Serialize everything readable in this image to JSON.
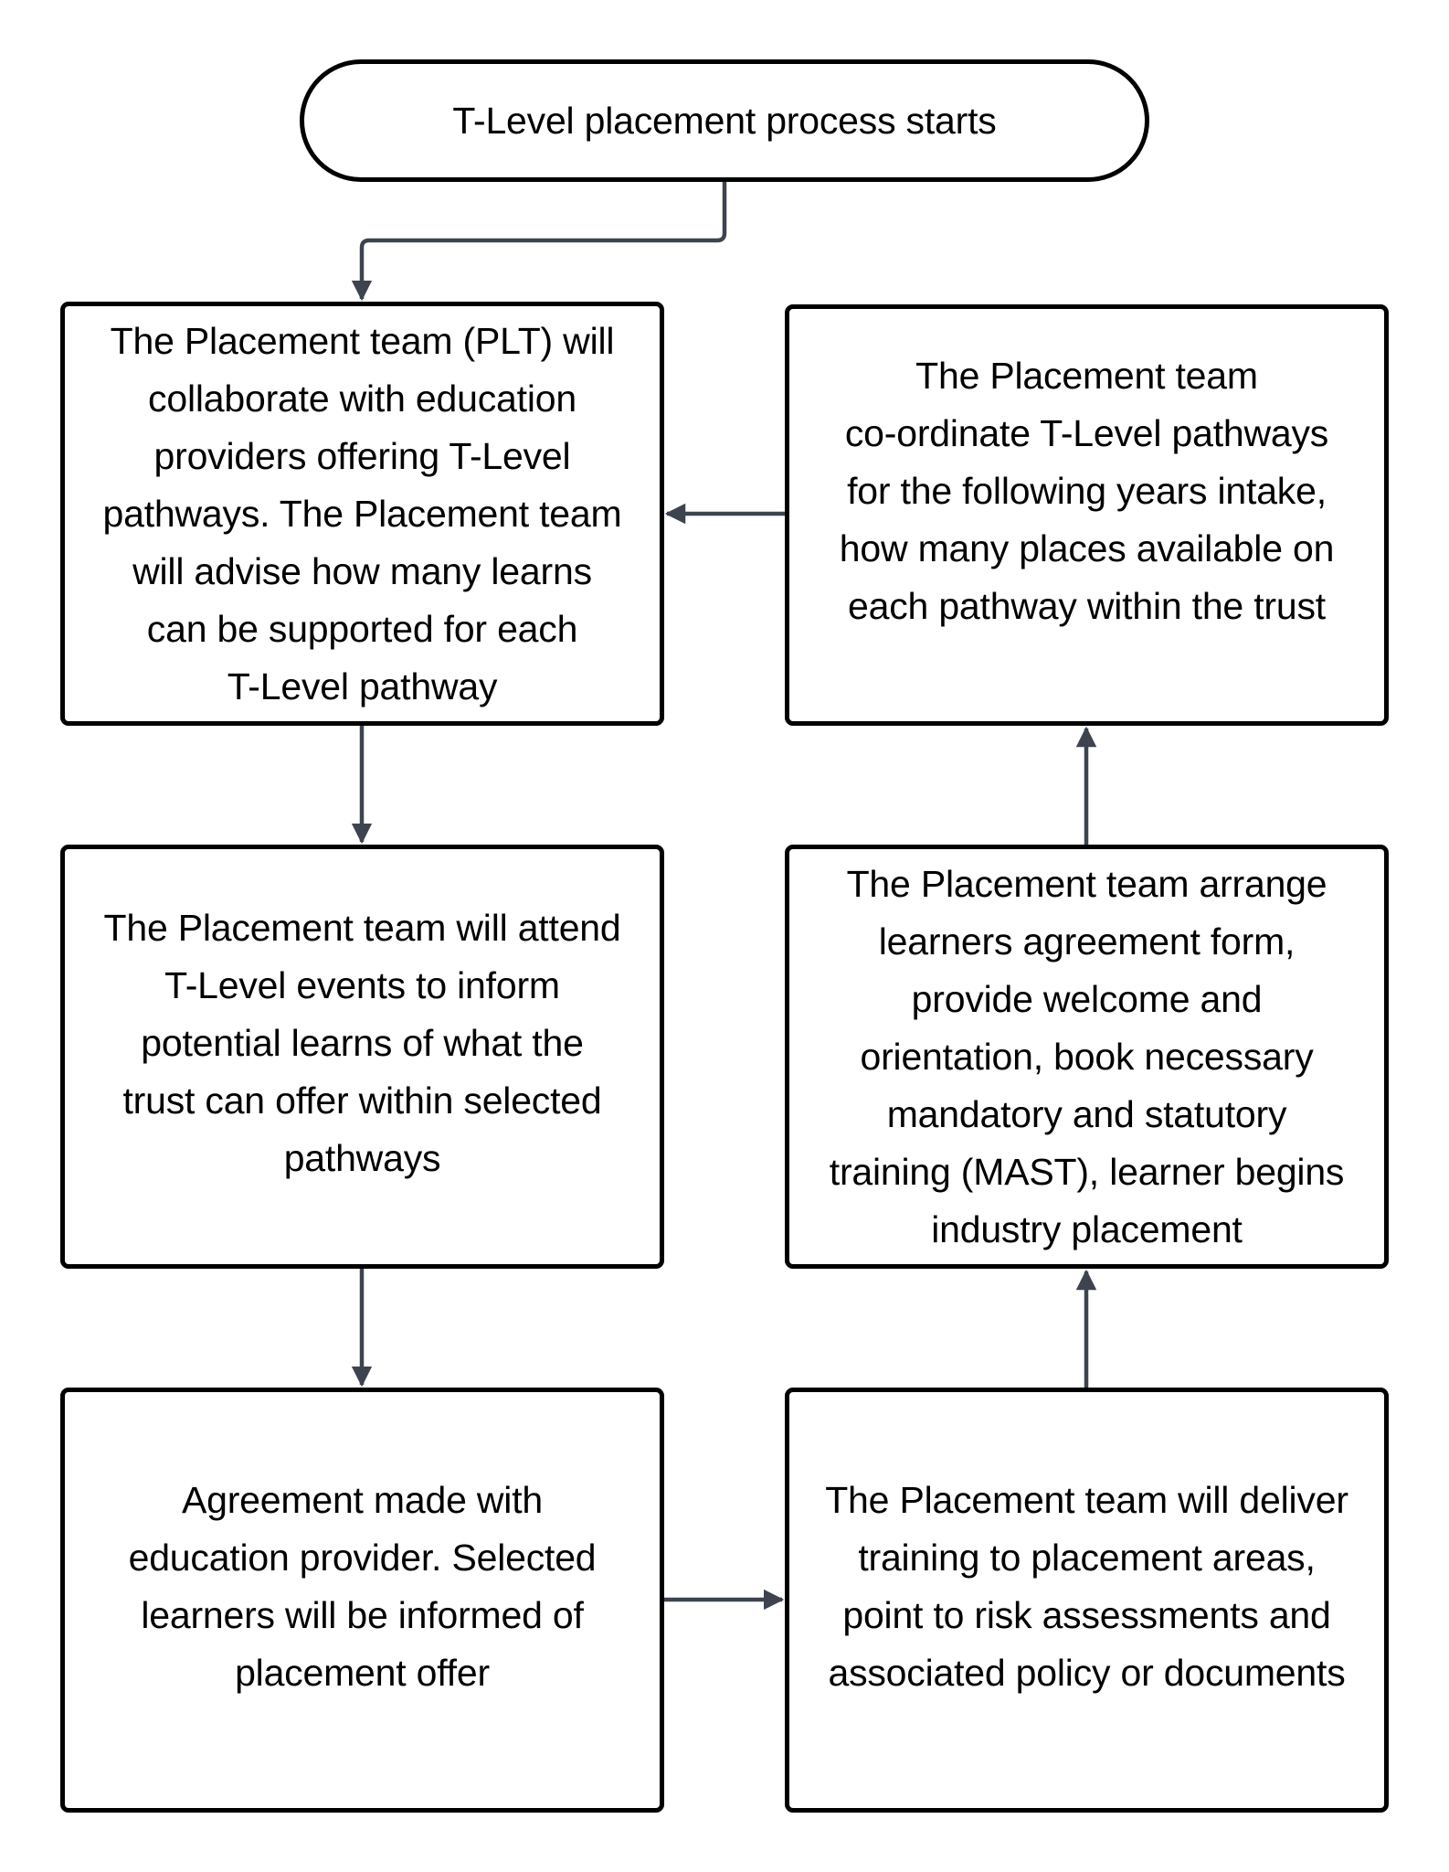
{
  "diagram": {
    "type": "flowchart",
    "connector_color": "#3d4450",
    "border_color": "#000000",
    "start": {
      "id": "start",
      "shape": "terminator",
      "label": "T-Level placement process starts"
    },
    "steps": [
      {
        "id": "step-1",
        "label": "The Placement team (PLT) will\ncollaborate with education\nproviders offering T-Level\npathways. The Placement team\nwill advise how many learns\ncan be supported for each\nT-Level pathway"
      },
      {
        "id": "step-2",
        "label": "The Placement team will attend\nT-Level events to inform\npotential learns of what the\ntrust can offer within selected\npathways"
      },
      {
        "id": "step-3",
        "label": "Agreement made with\neducation provider. Selected\nlearners will be informed of\nplacement offer"
      },
      {
        "id": "step-4",
        "label": "The Placement team will deliver\ntraining to placement areas,\npoint to risk assessments and\nassociated policy or documents"
      },
      {
        "id": "step-5",
        "label": "The Placement team arrange\nlearners agreement form,\nprovide welcome and\norientation, book necessary\nmandatory and statutory\ntraining (MAST), learner begins\nindustry placement"
      },
      {
        "id": "step-6",
        "label": "The Placement team\nco-ordinate T-Level pathways\nfor the following years intake,\nhow many places available on\neach pathway within the trust"
      }
    ],
    "edges": [
      {
        "from": "start",
        "to": "step-1",
        "direction": "down"
      },
      {
        "from": "step-1",
        "to": "step-2",
        "direction": "down"
      },
      {
        "from": "step-2",
        "to": "step-3",
        "direction": "down"
      },
      {
        "from": "step-3",
        "to": "step-4",
        "direction": "right"
      },
      {
        "from": "step-4",
        "to": "step-5",
        "direction": "up"
      },
      {
        "from": "step-5",
        "to": "step-6",
        "direction": "up"
      },
      {
        "from": "step-6",
        "to": "step-1",
        "direction": "left"
      }
    ]
  }
}
